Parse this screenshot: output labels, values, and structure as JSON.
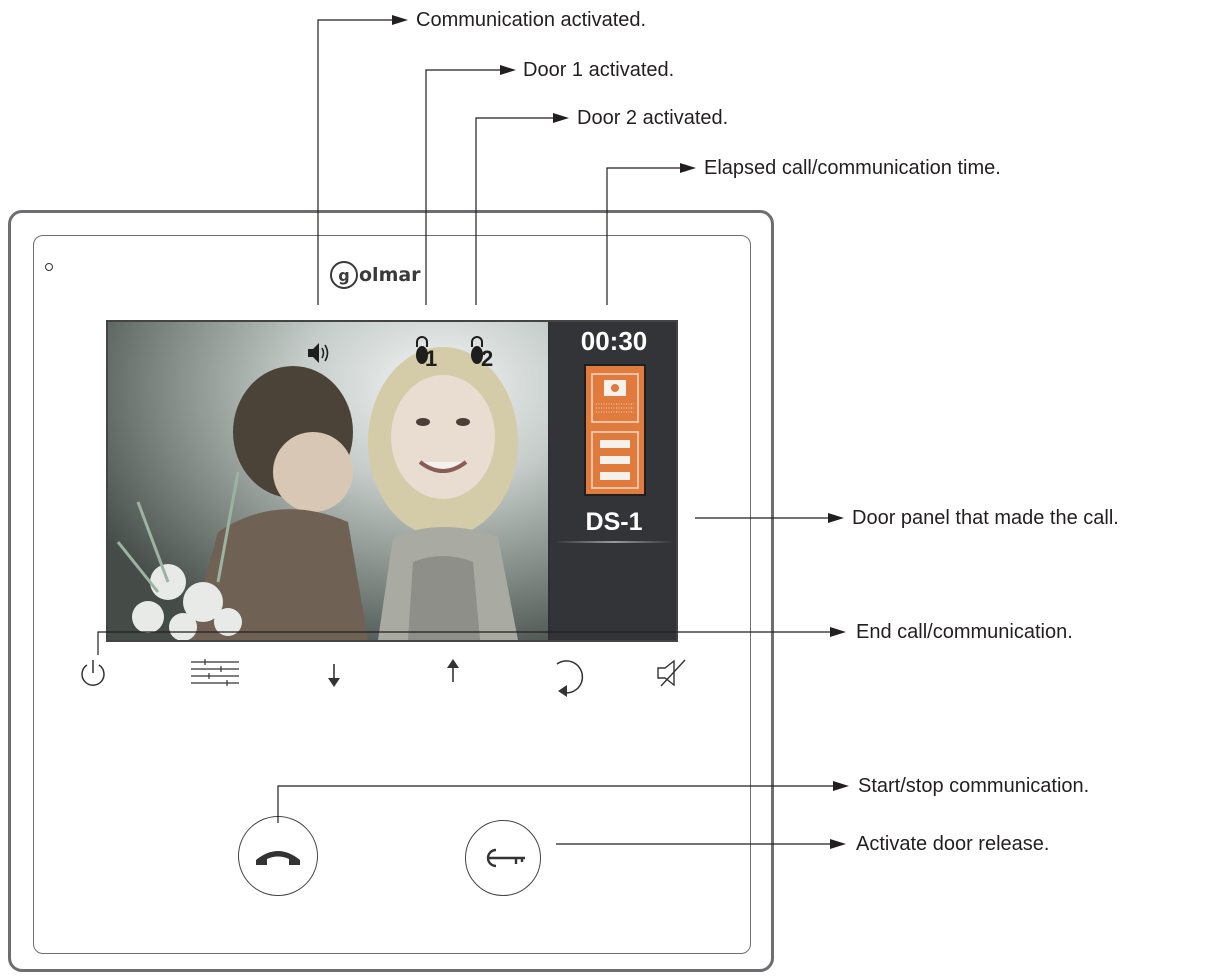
{
  "brand": {
    "name": "olmar",
    "initial": "g"
  },
  "screen": {
    "elapsed_time": "00:30",
    "door_panel_name": "DS-1",
    "door1_label": "1",
    "door2_label": "2"
  },
  "annotations": {
    "communication_activated": "Communication activated.",
    "door1_activated": "Door 1 activated.",
    "door2_activated": "Door 2 activated.",
    "elapsed_time": "Elapsed call/communication time.",
    "door_panel": "Door panel that made the call.",
    "end_call": "End call/communication.",
    "start_stop": "Start/stop communication.",
    "door_release": "Activate door release."
  },
  "touch_buttons": [
    {
      "name": "power-icon"
    },
    {
      "name": "settings-sliders-icon"
    },
    {
      "name": "arrow-down-icon"
    },
    {
      "name": "arrow-up-icon"
    },
    {
      "name": "rotate-icon"
    },
    {
      "name": "mute-icon"
    }
  ],
  "colors": {
    "frame": "#6d6e71",
    "screen_bg": "#333437",
    "panel_orange": "#e07a3d",
    "text": "#231f20"
  }
}
